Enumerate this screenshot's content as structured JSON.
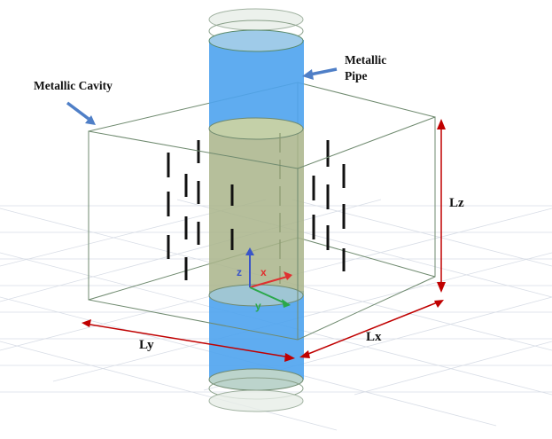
{
  "labels": {
    "cavity": "Metallic Cavity",
    "pipe_line1": "Metallic",
    "pipe_line2": "Pipe",
    "lx": "Lx",
    "ly": "Ly",
    "lz": "Lz",
    "axis_x": "x",
    "axis_y": "y",
    "axis_z": "z"
  },
  "colors": {
    "pipe_fill": "#4ea3ee",
    "cavity_edge": "#6f8a6f",
    "dimension_arrow": "#c00000",
    "callout_arrow": "#4f7fc7",
    "axis_x": "#e03030",
    "axis_y": "#2aa84a",
    "axis_z": "#3a55c8",
    "grid": "#d8dde6",
    "slot": "#111111"
  }
}
